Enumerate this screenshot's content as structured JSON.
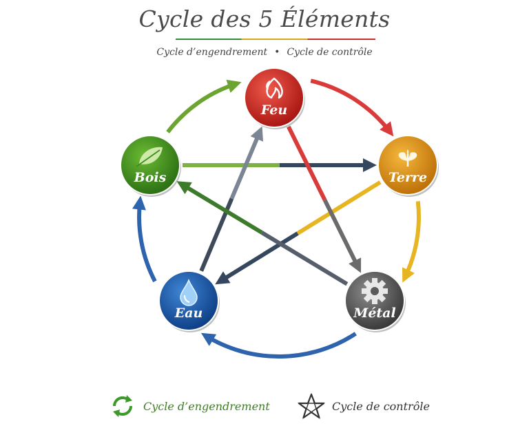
{
  "title": "Cycle des 5 Éléments",
  "subtitle": {
    "left": "Cycle d’engendrement",
    "separator": "•",
    "right": "Cycle de contrôle"
  },
  "elements": [
    {
      "id": "feu",
      "label": "Feu",
      "icon": "flame-icon",
      "color": "#d2201c"
    },
    {
      "id": "terre",
      "label": "Terre",
      "icon": "sprout-icon",
      "color": "#e08e0b"
    },
    {
      "id": "metal",
      "label": "Métal",
      "icon": "gear-icon",
      "color": "#5b5b5b"
    },
    {
      "id": "eau",
      "label": "Eau",
      "icon": "water-drop-icon",
      "color": "#1457a8"
    },
    {
      "id": "bois",
      "label": "Bois",
      "icon": "leaf-icon",
      "color": "#3d8d1f"
    }
  ],
  "generation_cycle": [
    {
      "from": "bois",
      "to": "feu",
      "color": "#6ba431"
    },
    {
      "from": "feu",
      "to": "terre",
      "color": "#d93a3a"
    },
    {
      "from": "terre",
      "to": "metal",
      "color": "#e6b521"
    },
    {
      "from": "metal",
      "to": "eau",
      "color": "#2e63ad"
    },
    {
      "from": "eau",
      "to": "bois",
      "color": "#2e63ad"
    }
  ],
  "control_cycle": [
    {
      "from": "bois",
      "to": "terre",
      "color": "#7fb043",
      "headColor": "#35475f"
    },
    {
      "from": "terre",
      "to": "eau",
      "color": "#e6b521",
      "headColor": "#35475f"
    },
    {
      "from": "eau",
      "to": "feu",
      "color": "#3e4a5a",
      "headColor": "#7c8594"
    },
    {
      "from": "feu",
      "to": "metal",
      "color": "#d93a3a",
      "headColor": "#6b6b6b"
    },
    {
      "from": "metal",
      "to": "bois",
      "color": "#555e6a",
      "headColor": "#3d7a2c"
    }
  ],
  "legend": {
    "generation_label": "Cycle d’engendrement",
    "generation_icon": "cycle-arrows-icon",
    "control_label": "Cycle de contrôle",
    "control_icon": "star-icon"
  }
}
